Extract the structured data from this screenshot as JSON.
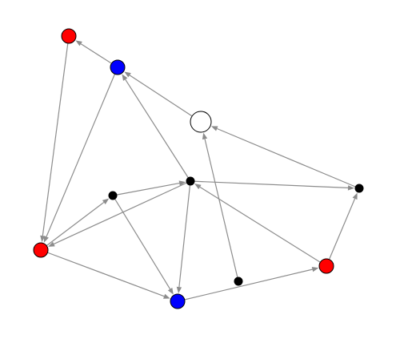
{
  "graph": {
    "edge_color": "#8c8c8c",
    "node_stroke": "#000000",
    "nodes": [
      {
        "id": "red-top-left",
        "size": "medium",
        "color": "#ff0000"
      },
      {
        "id": "blue-top",
        "size": "medium",
        "color": "#0000ff"
      },
      {
        "id": "white-hub",
        "size": "large",
        "color": "#ffffff"
      },
      {
        "id": "black-center",
        "size": "small",
        "color": "#000000"
      },
      {
        "id": "black-left",
        "size": "small",
        "color": "#000000"
      },
      {
        "id": "black-right",
        "size": "small",
        "color": "#000000"
      },
      {
        "id": "red-left",
        "size": "medium",
        "color": "#ff0000"
      },
      {
        "id": "red-right",
        "size": "medium",
        "color": "#ff0000"
      },
      {
        "id": "black-bottom",
        "size": "small",
        "color": "#000000"
      },
      {
        "id": "blue-bottom",
        "size": "medium",
        "color": "#0000ff"
      }
    ],
    "edges": [
      {
        "from": "blue-top",
        "to": "red-top-left"
      },
      {
        "from": "red-top-left",
        "to": "red-left"
      },
      {
        "from": "blue-top",
        "to": "red-left"
      },
      {
        "from": "white-hub",
        "to": "blue-top"
      },
      {
        "from": "black-center",
        "to": "blue-top"
      },
      {
        "from": "black-right",
        "to": "white-hub"
      },
      {
        "from": "black-bottom",
        "to": "white-hub"
      },
      {
        "from": "black-center",
        "to": "black-right"
      },
      {
        "from": "black-left",
        "to": "black-center"
      },
      {
        "from": "black-center",
        "to": "red-left"
      },
      {
        "from": "red-left",
        "to": "black-left"
      },
      {
        "from": "black-center",
        "to": "blue-bottom"
      },
      {
        "from": "black-left",
        "to": "blue-bottom"
      },
      {
        "from": "red-left",
        "to": "blue-bottom"
      },
      {
        "from": "blue-bottom",
        "to": "red-right"
      },
      {
        "from": "red-right",
        "to": "black-center"
      },
      {
        "from": "red-right",
        "to": "black-right"
      }
    ]
  }
}
